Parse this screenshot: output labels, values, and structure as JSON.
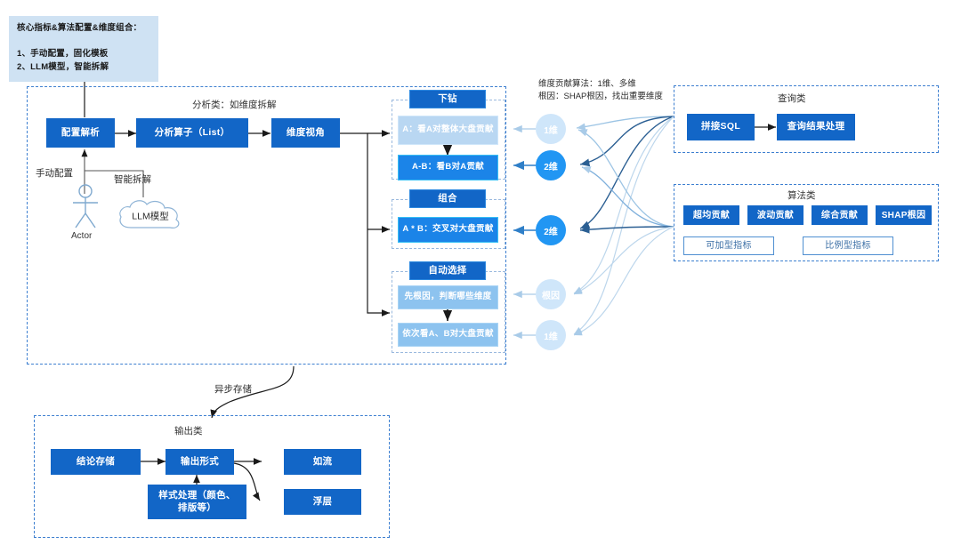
{
  "note": {
    "name": "core-config-note",
    "text": "核心指标&算法配置&维度组合：\n\n1、手动配置，固化模板\n2、LLM模型，智能拆解"
  },
  "analysis_group": {
    "title": "分析类：如维度拆解",
    "nodes": {
      "config_parse": "配置解析",
      "analysis_operator": "分析算子（List）",
      "dimension_view": "维度视角"
    },
    "edge_labels": {
      "manual": "手动配置",
      "smart": "智能拆解"
    },
    "actor": {
      "label": "Actor"
    },
    "llm": {
      "label": "LLM模型"
    }
  },
  "drilldown_group": {
    "header": "下钻",
    "items": [
      "A：看A对整体大盘贡献",
      "A-B：看B对A贡献"
    ]
  },
  "combine_group": {
    "header": "组合",
    "items": [
      "A * B：交叉对大盘贡献"
    ]
  },
  "autoselect_group": {
    "header": "自动选择",
    "items": [
      "先根因，判断哪些维度",
      "依次看A、B对大盘贡献"
    ]
  },
  "dimension_badges": [
    {
      "label": "1维",
      "style": "soft"
    },
    {
      "label": "2维",
      "style": "solid"
    },
    {
      "label": "2维",
      "style": "solid"
    },
    {
      "label": "根因",
      "style": "soft"
    },
    {
      "label": "1维",
      "style": "soft"
    }
  ],
  "algo_note": {
    "text": "维度贡献算法：1维、多维\n根因：SHAP根因，找出重要维度"
  },
  "query_group": {
    "title": "查询类",
    "nodes": [
      "拼接SQL",
      "查询结果处理"
    ]
  },
  "algorithm_group": {
    "title": "算法类",
    "primary": [
      "超均贡献",
      "波动贡献",
      "综合贡献",
      "SHAP根因"
    ],
    "secondary": [
      "可加型指标",
      "比例型指标"
    ]
  },
  "async_label": "异步存储",
  "output_group": {
    "title": "输出类",
    "nodes": {
      "conclusion_store": "结论存储",
      "output_form": "输出形式",
      "style_process": "样式处理（颜色、\n排版等）",
      "ruliu": "如流",
      "float_layer": "浮层"
    }
  },
  "colors": {
    "primary_blue": "#1266c7",
    "bright_blue": "#1b84e8",
    "pale_blue": "#b9d7f2",
    "mid_blue": "#8dc3ef",
    "note_bg": "#cfe2f3",
    "dash_border": "#3d7fd0",
    "circle_solid": "#2196f3",
    "circle_soft": "#cfe6fa"
  }
}
